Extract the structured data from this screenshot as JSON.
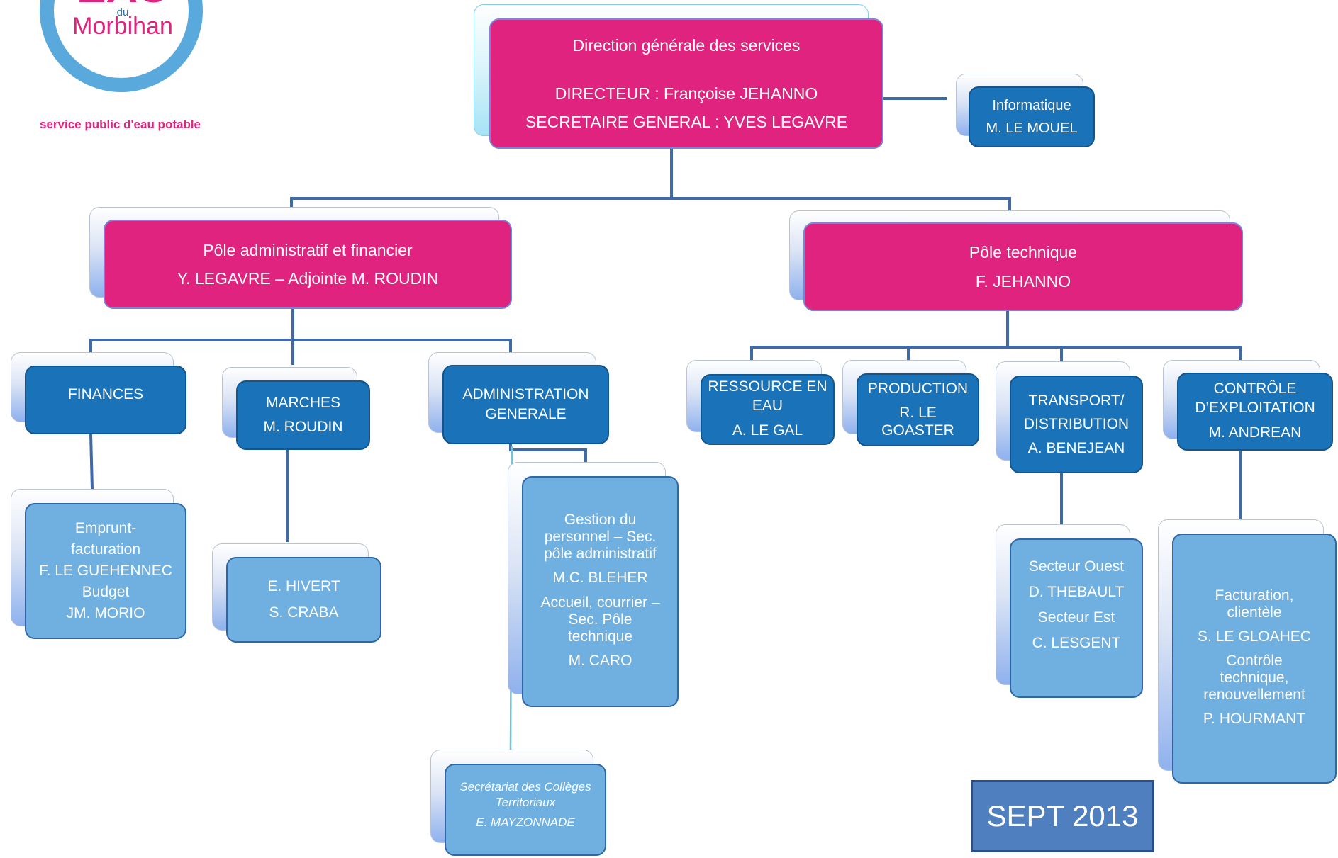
{
  "logo": {
    "brand_main": "EAU",
    "brand_du": "du",
    "brand_region": "Morbihan",
    "tagline": "service public d'eau potable"
  },
  "nodes": {
    "dgs": {
      "lines": [
        "Direction générale des services",
        "DIRECTEUR : Françoise JEHANNO",
        "SECRETAIRE GENERAL : YVES LEGAVRE"
      ]
    },
    "informatique": {
      "lines": [
        "Informatique",
        "M. LE MOUEL"
      ]
    },
    "pole_admin": {
      "lines": [
        "Pôle administratif et financier",
        "Y. LEGAVRE – Adjointe M. ROUDIN"
      ]
    },
    "pole_tech": {
      "lines": [
        "Pôle technique",
        "F. JEHANNO"
      ]
    },
    "finances": {
      "lines": [
        "FINANCES"
      ]
    },
    "marches": {
      "lines": [
        "MARCHES",
        "M. ROUDIN"
      ]
    },
    "admin_gen": {
      "lines": [
        "ADMINISTRATION",
        "GENERALE"
      ]
    },
    "ressource": {
      "lines": [
        "RESSOURCE EN",
        "EAU",
        "A. LE GAL"
      ]
    },
    "production": {
      "lines": [
        "PRODUCTION",
        "R. LE GOASTER"
      ]
    },
    "transport": {
      "lines": [
        "TRANSPORT/",
        "DISTRIBUTION",
        "A. BENEJEAN"
      ]
    },
    "controle": {
      "lines": [
        "CONTRÔLE",
        "D’EXPLOITATION",
        "M. ANDREAN"
      ]
    },
    "emprunt": {
      "lines": [
        "Emprunt-",
        "facturation",
        "F. LE GUEHENNEC",
        "Budget",
        "JM. MORIO"
      ]
    },
    "hivert": {
      "lines": [
        "E. HIVERT",
        "S. CRABA"
      ]
    },
    "gestion": {
      "lines": [
        "Gestion du",
        "personnel – Sec.",
        "pôle administratif",
        "M.C. BLEHER",
        "Accueil, courrier –",
        "Sec. Pôle",
        "technique",
        "M. CARO"
      ]
    },
    "secretariat": {
      "lines": [
        "Secrétariat des Collèges",
        "Territoriaux",
        "E. MAYZONNADE"
      ]
    },
    "secteurs": {
      "lines": [
        "Secteur Ouest",
        "D. THEBAULT",
        "Secteur Est",
        "C. LESGENT"
      ]
    },
    "facturation": {
      "lines": [
        "Facturation,",
        "clientèle",
        "S. LE GLOAHEC",
        "Contrôle",
        "technique,",
        "renouvellement",
        "P. HOURMANT"
      ]
    }
  },
  "date_badge": "SEPT 2013",
  "colors": {
    "pink": "#e0237e",
    "blue": "#1a72b8",
    "light_blue": "#6fb0e1",
    "connector": "#3f6aa5",
    "logo_ring": "#5aa9dd",
    "badge": "#4f7fbe"
  }
}
